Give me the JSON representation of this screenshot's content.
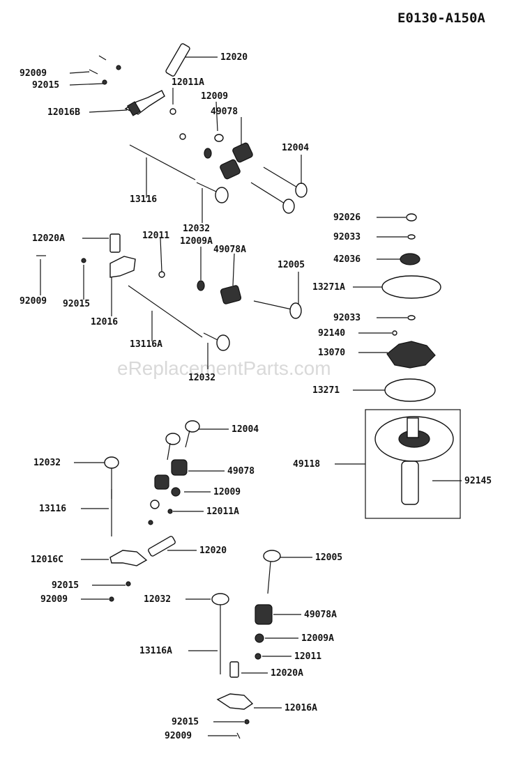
{
  "diagram_code": "E0130-A150A",
  "watermark": "eReplacementParts.com",
  "callouts": [
    "12020",
    "92009",
    "92015",
    "12011A",
    "12009",
    "12016B",
    "49078",
    "12004",
    "13116",
    "12032",
    "92026",
    "92033",
    "12020A",
    "12011",
    "12009A",
    "49078A",
    "42036",
    "12005",
    "13271A",
    "92009",
    "92015",
    "12016",
    "92033",
    "92140",
    "13116A",
    "13070",
    "12032",
    "13271",
    "12004",
    "12032",
    "49078",
    "49118",
    "12009",
    "13116",
    "12011A",
    "92145",
    "12020",
    "12016C",
    "12005",
    "92015",
    "92009",
    "12032",
    "49078A",
    "12009A",
    "13116A",
    "12011",
    "12020A",
    "12016A",
    "92015",
    "92009"
  ]
}
